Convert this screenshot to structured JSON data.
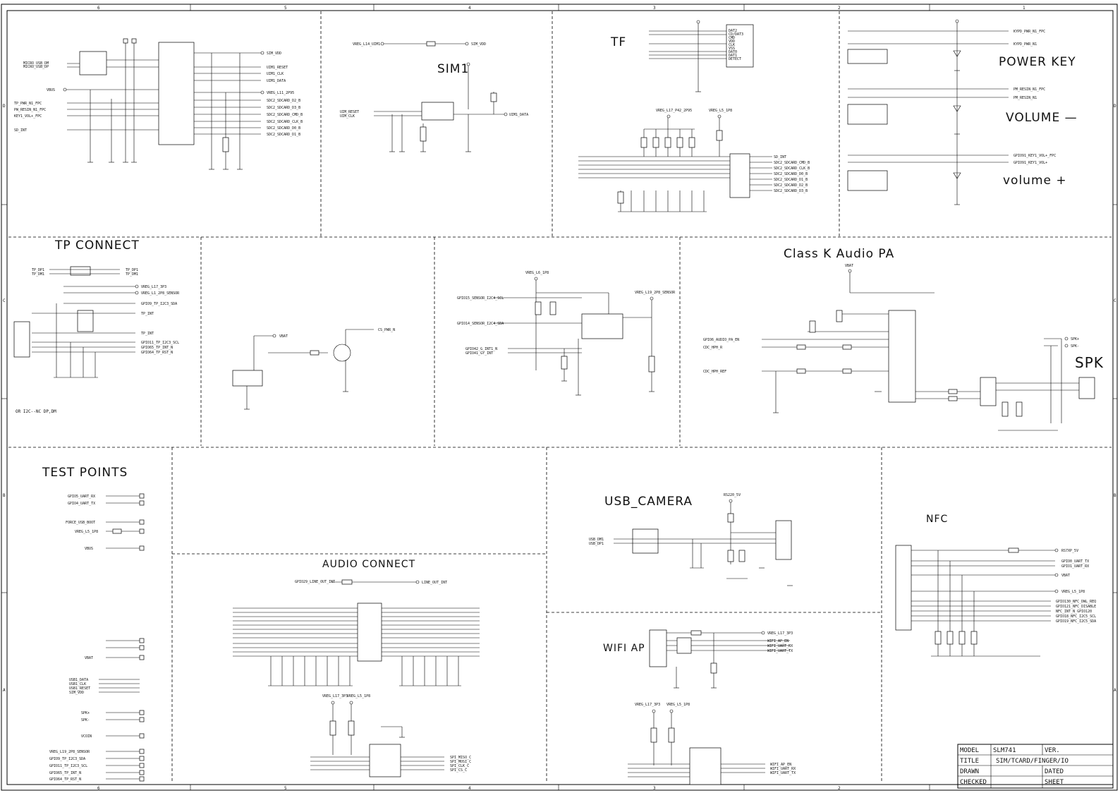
{
  "columns": [
    "6",
    "5",
    "4",
    "3",
    "2",
    "1"
  ],
  "rows": [
    "D",
    "C",
    "B",
    "A"
  ],
  "sections": {
    "tf": "TF",
    "sim": "SIM1",
    "power_key": "POWER KEY",
    "volume_down": "VOLUME —",
    "volume_up": "volume +",
    "tp_connect": "TP CONNECT",
    "tp_note": "OR  I2C--NC  DP,DM",
    "class_k": "Class K Audio PA",
    "spk": "SPK",
    "test_points": "TEST POINTS",
    "usb_camera": "USB_CAMERA",
    "nfc": "NFC",
    "audio_connect": "AUDIO CONNECT",
    "wifi_ap": "WIFI AP"
  },
  "title_block": {
    "model_label": "MODEL",
    "model_value": "SLM741",
    "ver_label": "VER.",
    "title_label": "TITLE",
    "title_value": "SIM/TCARD/FINGER/IO",
    "drawn_label": "DRAWN",
    "dated_label": "DATED",
    "checked_label": "CHECKED",
    "sheet_label": "SHEET"
  },
  "nets": {
    "usb_left": [
      "MICRO_USB_DM",
      "MICRO_USB_DP"
    ],
    "vbus": "VBUS",
    "left_side": [
      "TP_PWR_N1_FPC",
      "PW_RESIN_N1_FPC",
      "KEY1_VOL+_FPC"
    ],
    "sd_int": "SD_INT",
    "sim_bus": [
      "SIM_VDD",
      "UIM1_RESET",
      "UIM1_CLK",
      "UIM1_DATA"
    ],
    "sdc2_bus": [
      "VREG_L11_2P95",
      "SDC2_SDCARD_D2_B",
      "SDC2_SDCARD_D3_B",
      "SDC2_SDCARD_CMD_B",
      "SDC2_SDCARD_CLK_B",
      "SDC2_SDCARD_D0_B",
      "SDC2_SDCARD_D1_B"
    ],
    "sim_ref": "VREG_L14_UIM1",
    "sim_pins": [
      "UIM_RESET",
      "UIM_CLK",
      "UIM1_DATA"
    ],
    "tf_pins": [
      "DAT2",
      "CD/DAT3",
      "CMD",
      "VDD",
      "CLK",
      "VSS",
      "DAT0",
      "DAT1",
      "DETECT"
    ],
    "tf_supply": [
      "VREG_L17_P42_2P95",
      "VREG_L5_1P8"
    ],
    "power_nets": [
      "KYPD_PWR_N1_FPC",
      "KYPD_PWR_N1",
      "PM_RESIN_N1_FPC",
      "PM_RESIN_N1",
      "GPIO91_KEY1_VOL+_FPC",
      "GPIO91_KEY1_VOL+"
    ],
    "tp_nets": [
      "TP_DP1",
      "TP_DM1",
      "VREG_L17_3P3",
      "VREG_L1_2P8_SENSOR",
      "GPIO9_TP_I2C3_SDA",
      "TP_DM1",
      "TP_INT",
      "GPIO11_TP_I2C3_SCL",
      "GPIO65_TP_INT_N",
      "GPIO64_TP_RST_N"
    ],
    "motor": [
      "VBAT",
      "CS_PWR_N"
    ],
    "sensor": [
      "VREG_L6_1P8",
      "GPIO15_SENSOR_I2C4_SCL",
      "GPIO14_SENSOR_I2C4_SDA",
      "GPIO42_G_INT1_N",
      "GPIO41_GY_INT",
      "VREG_L19_2P8_SENSOR"
    ],
    "pa_nets": [
      "GPIO6_AUDIO_PA_EN",
      "CDC_HPH_R",
      "CDC_HPH_REF",
      "SPK+",
      "SPK-"
    ],
    "test_nets": [
      "GPIO5_UART_RX",
      "GPIO4_UART_TX",
      "FORCE_USB_BOOT",
      "VREG_L5_1P8",
      "VBUS",
      "VBAT",
      "USB1_DATA",
      "USB1_CLK",
      "USB1_RESET",
      "SIM_VDD",
      "SPK+",
      "SPK-",
      "VCOIN",
      "VREG_L19_2P8_SENSOR",
      "GPIO9_TP_I2C3_SDA",
      "GPIO11_TP_I2C3_SCL",
      "GPIO65_TP_INT_N",
      "GPIO64_TP_RST_N"
    ],
    "audio_nets": [
      "GPIO29_LINE_OUT_INT",
      "LINE_OUT_INT",
      "VREG_L17_3P3",
      "VREG_L5_1P8",
      "SPI_MISO_C",
      "SPI_MOSI_C",
      "SPI_CLK_C",
      "SPI_CS_C"
    ],
    "usb_cam": [
      "RS220_5V",
      "USB_DM1",
      "USB_DP1"
    ],
    "wifi": [
      "VREG_L17_3P3",
      "WIFI_AP_EN",
      "WIFI_UART_RX",
      "WIFI_UART_TX",
      "VREG_L5_1P8",
      "WIFI_AP_EN",
      "WIFI_UART_RX",
      "WIFI_UART_TX"
    ],
    "nfc": [
      "RS7XP_5V",
      "GPIO0_UART_TX",
      "GPIO1_UART_RX",
      "VBAT",
      "VREG_L5_1P8",
      "GPIO130_NFC_DWL_REQ",
      "GPIO121_NFC_DISABLE",
      "NFC_INT_N_GPIO120",
      "GPIO18_NFC_I2C5_SCL",
      "GPIO19_NFC_I2C5_SDA"
    ]
  }
}
